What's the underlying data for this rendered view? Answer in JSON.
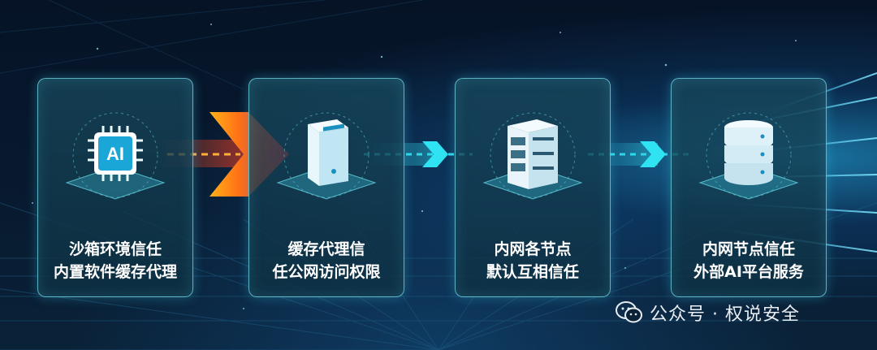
{
  "nodes": [
    {
      "icon": "ai-chip-icon",
      "line1": "沙箱环境信任",
      "line2": "内置软件缓存代理",
      "chip_text": "AI"
    },
    {
      "icon": "server-tower-icon",
      "line1": "缓存代理信",
      "line2": "任公网访问权限"
    },
    {
      "icon": "server-rack-icon",
      "line1": "内网各节点",
      "line2": "默认互相信任"
    },
    {
      "icon": "database-icon",
      "line1": "内网节点信任",
      "line2": "外部AI平台服务"
    }
  ],
  "watermark": {
    "text": "公众号 · 权说安全",
    "icon": "wechat-icon"
  },
  "colors": {
    "accent": "#2fd7ea",
    "attack": "#ff3b1f",
    "card_border": "#78dceb"
  }
}
